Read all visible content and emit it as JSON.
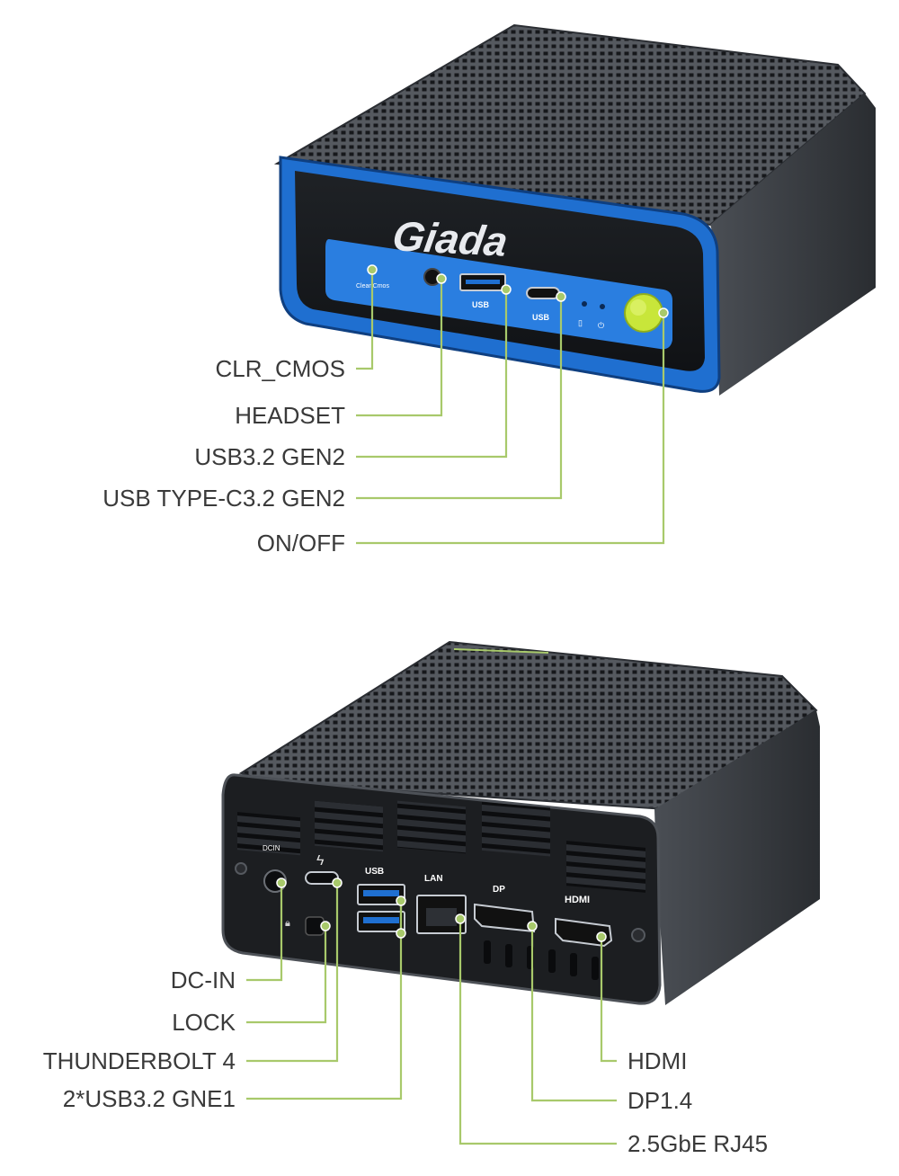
{
  "brand": "Giada",
  "front_panel": {
    "port_marks": [
      "Clear Cmos",
      "USB",
      "USB"
    ],
    "callouts": [
      "CLR_CMOS",
      "HEADSET",
      "USB3.2 GEN2",
      "USB TYPE-C3.2 GEN2",
      "ON/OFF"
    ]
  },
  "rear_panel": {
    "port_marks": [
      "DCIN",
      "USB",
      "LAN",
      "DP",
      "HDMI"
    ],
    "callouts_left": [
      "DC-IN",
      "LOCK",
      "THUNDERBOLT 4",
      "2*USB3.2 GNE1"
    ],
    "callouts_right": [
      "HDMI",
      "DP1.4",
      "2.5GbE RJ45"
    ]
  },
  "colors": {
    "callout_line": "#a8c96b",
    "accent_blue": "#1f6fd0",
    "power_button": "#c8e63a",
    "chassis": "#3a3d42",
    "label_text": "#3a3a3a"
  }
}
